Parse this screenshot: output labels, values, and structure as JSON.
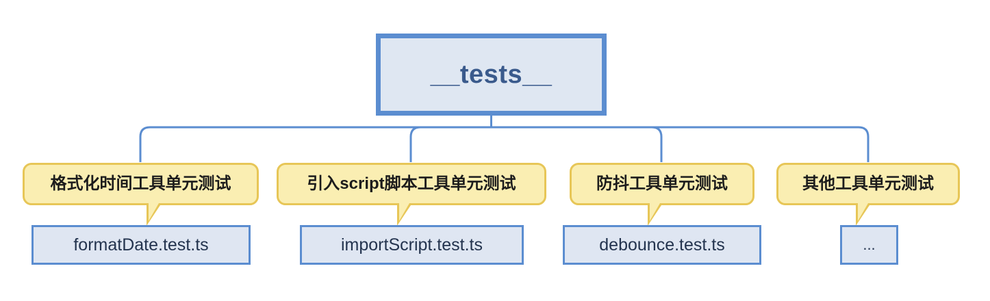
{
  "diagram": {
    "type": "tree",
    "title": "__tests__ unit test structure",
    "colors": {
      "root_border": "#5b8dd0",
      "root_fill": "#dfe7f2",
      "root_text": "#3a5a8c",
      "callout_fill": "#faeeb2",
      "callout_border": "#e7c657",
      "callout_text": "#1c1c1c",
      "file_fill": "#dfe6f2",
      "file_border": "#5b8dd0",
      "file_text": "#24344f",
      "connector": "#5b8dd0",
      "background": "#ffffff"
    },
    "root": {
      "label": "__tests__"
    },
    "branches": [
      {
        "callout_label": "格式化时间工具单元测试",
        "file_label": "formatDate.test.ts"
      },
      {
        "callout_label": "引入script脚本工具单元测试",
        "file_label": "importScript.test.ts"
      },
      {
        "callout_label": "防抖工具单元测试",
        "file_label": "debounce.test.ts"
      },
      {
        "callout_label": "其他工具单元测试",
        "file_label": "..."
      }
    ]
  }
}
